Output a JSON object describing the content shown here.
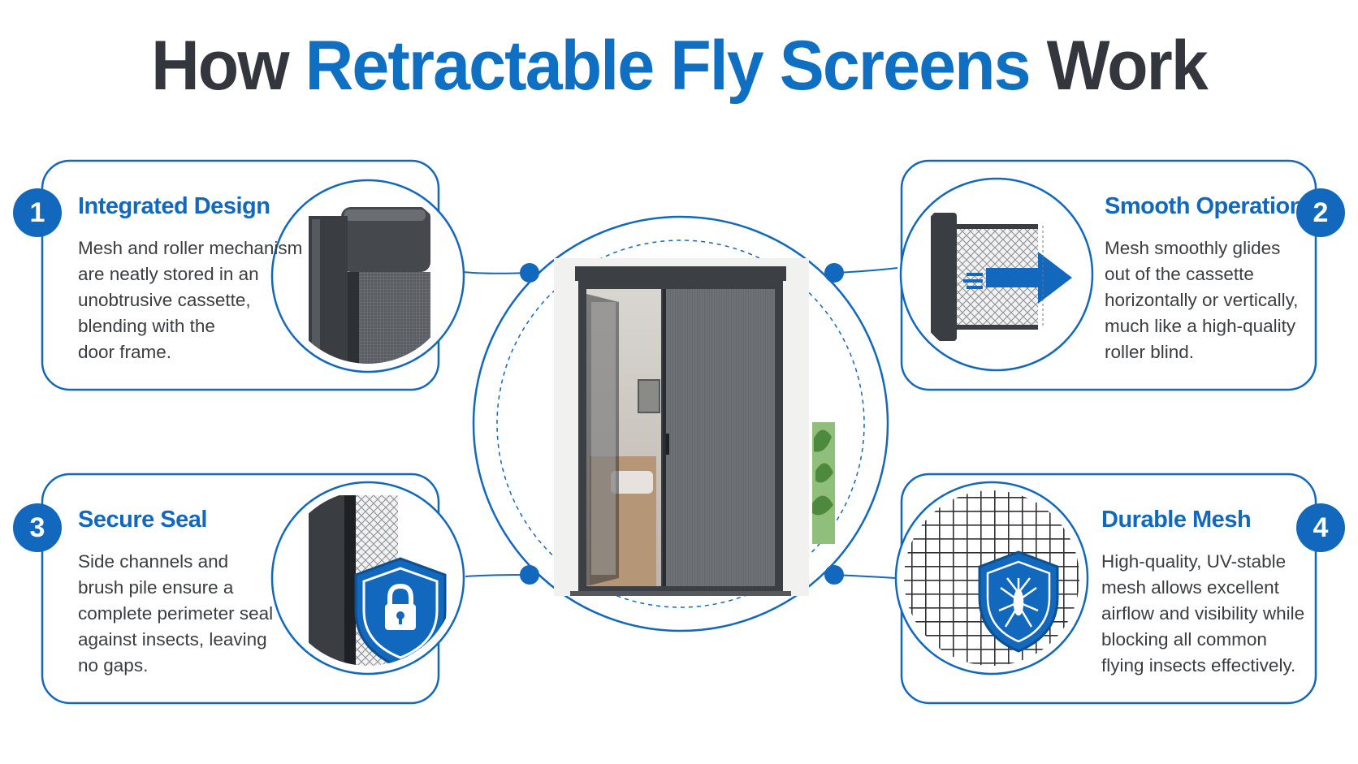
{
  "title": {
    "part1": "How ",
    "part2": "Retractable Fly Screens",
    "part3": " Work"
  },
  "colors": {
    "accent": "#0f6fc2",
    "dark": "#33373d",
    "frame": "#3c3f44"
  },
  "features": [
    {
      "number": "1",
      "title": "Integrated Design",
      "lines": [
        "Mesh and roller mechanism",
        "are neatly stored in an",
        "unobtrusive cassette,",
        "blending with the",
        "door frame."
      ],
      "icon": "cassette-closeup-icon"
    },
    {
      "number": "2",
      "title": "Smooth Operation",
      "lines": [
        "Mesh smoothly glides",
        "out of the cassette",
        "horizontally or vertically,",
        "much like a high-quality",
        "roller blind."
      ],
      "icon": "mesh-glide-arrow-icon"
    },
    {
      "number": "3",
      "title": "Secure Seal",
      "lines": [
        "Side channels and",
        "brush pile ensure a",
        "complete perimeter seal",
        "against insects, leaving",
        "no gaps."
      ],
      "icon": "lock-shield-icon"
    },
    {
      "number": "4",
      "title": "Durable Mesh",
      "lines": [
        "High-quality, UV-stable",
        "mesh allows excellent",
        "airflow and visibility while",
        "blocking all common",
        "flying insects effectively."
      ],
      "icon": "mosquito-shield-icon"
    }
  ]
}
